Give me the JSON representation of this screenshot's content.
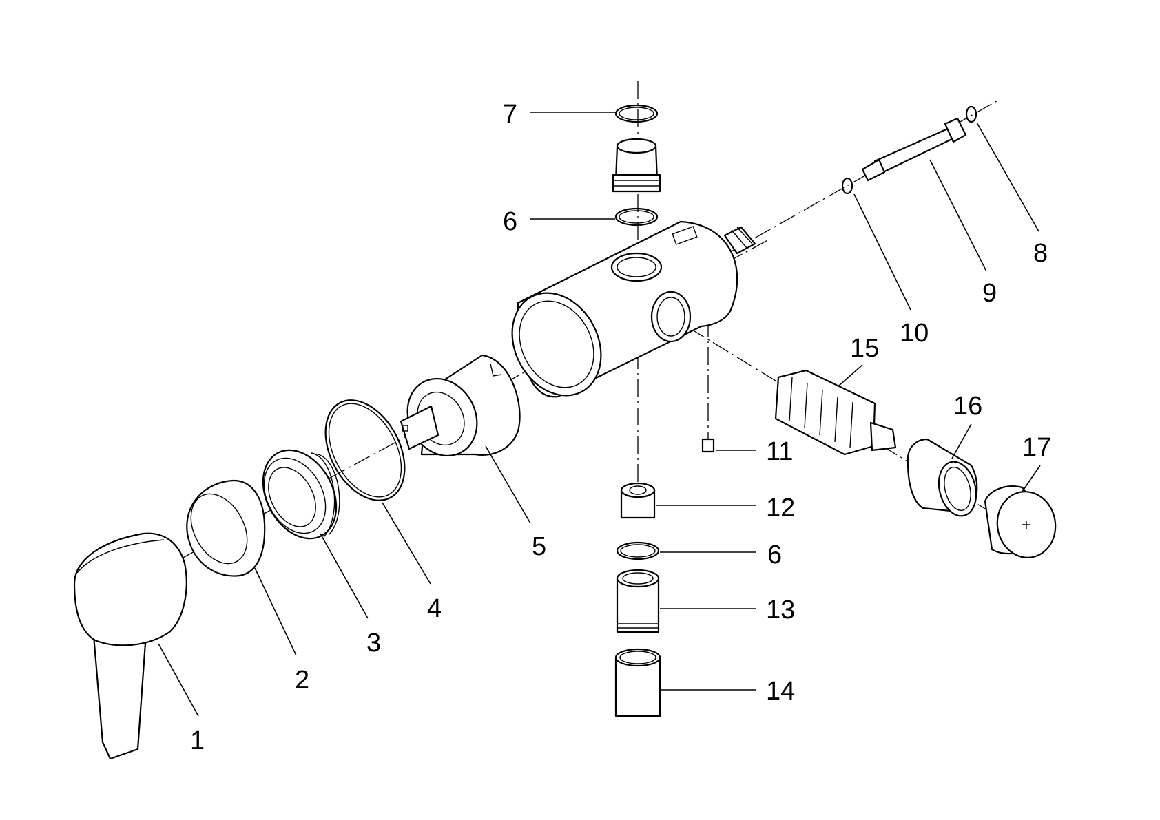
{
  "diagram": {
    "callouts": [
      {
        "id": "c1",
        "text": "1"
      },
      {
        "id": "c2",
        "text": "2"
      },
      {
        "id": "c3",
        "text": "3"
      },
      {
        "id": "c4",
        "text": "4"
      },
      {
        "id": "c5",
        "text": "5"
      },
      {
        "id": "c6a",
        "text": "6"
      },
      {
        "id": "c6b",
        "text": "6"
      },
      {
        "id": "c7",
        "text": "7"
      },
      {
        "id": "c8",
        "text": "8"
      },
      {
        "id": "c9",
        "text": "9"
      },
      {
        "id": "c10",
        "text": "10"
      },
      {
        "id": "c11",
        "text": "11"
      },
      {
        "id": "c12",
        "text": "12"
      },
      {
        "id": "c13",
        "text": "13"
      },
      {
        "id": "c14",
        "text": "14"
      },
      {
        "id": "c15",
        "text": "15"
      },
      {
        "id": "c16",
        "text": "16"
      },
      {
        "id": "c17",
        "text": "17"
      }
    ]
  }
}
